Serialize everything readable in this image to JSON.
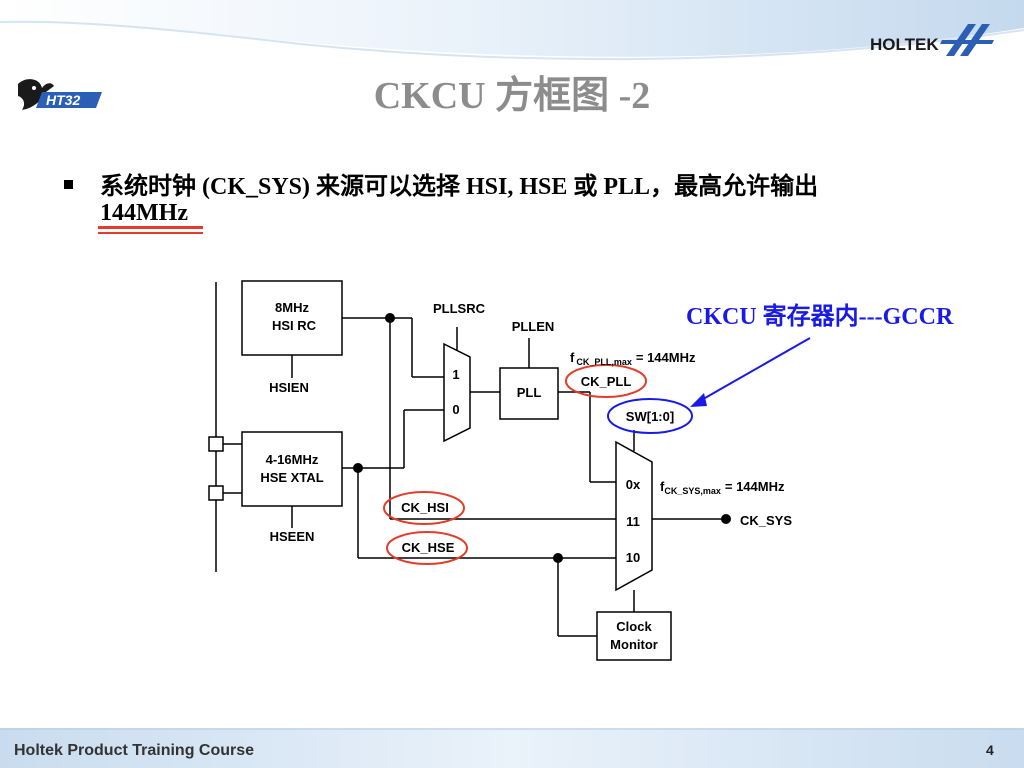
{
  "header": {
    "title": "CKCU 方框图 -2",
    "brand_logo_text": "HOLTEK",
    "product_logo_text": "HT32"
  },
  "bullet": {
    "line1": "系统时钟 (CK_SYS) 来源可以选择 HSI, HSE 或 PLL，最高允许输出",
    "line2": "144MHz"
  },
  "note": {
    "gccr": "CKCU 寄存器内---GCCR"
  },
  "diagram": {
    "hsi_box": [
      "8MHz",
      "HSI  RC"
    ],
    "hsien": "HSIEN",
    "hse_box": [
      "4-16MHz",
      "HSE XTAL"
    ],
    "hseen": "HSEEN",
    "pllsrc": "PLLSRC",
    "pllen": "PLLEN",
    "mux1_in1": "1",
    "mux1_in0": "0",
    "pll_box": "PLL",
    "fpll_prefix": "f",
    "fpll_sub": "CK_PLL,max",
    "fpll_suffix": "= 144MHz",
    "ck_pll": "CK_PLL",
    "sw": "SW[1:0]",
    "mux2_0x": "0x",
    "mux2_11": "11",
    "mux2_10": "10",
    "fsys_prefix": "f",
    "fsys_sub": "CK_SYS,max",
    "fsys_suffix": "= 144MHz",
    "ck_hsi": "CK_HSI",
    "ck_hse": "CK_HSE",
    "ck_sys": "CK_SYS",
    "clock_monitor": [
      "Clock",
      "Monitor"
    ]
  },
  "footer": {
    "course": "Holtek Product Training Course",
    "page": "4"
  },
  "colors": {
    "title_gray": "#8c8c8c",
    "accent_blue": "#1a1ae6",
    "highlight_red": "#e53b2b",
    "swoosh_blue": "#c9dcef"
  }
}
